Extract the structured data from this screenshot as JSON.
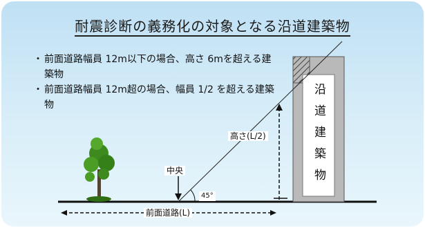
{
  "title": "耐震診断の義務化の対象となる沿道建築物",
  "bullets": [
    "前面道路幅員 12m以下の場合、高さ 6mを超える建築物",
    "前面道路幅員 12m超の場合、幅員 1/2 を超える建築物"
  ],
  "diagram": {
    "building_label": "沿道建築物",
    "center_label": "中央",
    "height_label": "高さ(L/2)",
    "road_label": "前面道路(L)",
    "angle_label": "45°"
  },
  "colors": {
    "panel_top": "#bfe0f4",
    "panel_bottom": "#e9f6fc",
    "building": "#b8b8b8",
    "tree": "#3d8a1f"
  }
}
